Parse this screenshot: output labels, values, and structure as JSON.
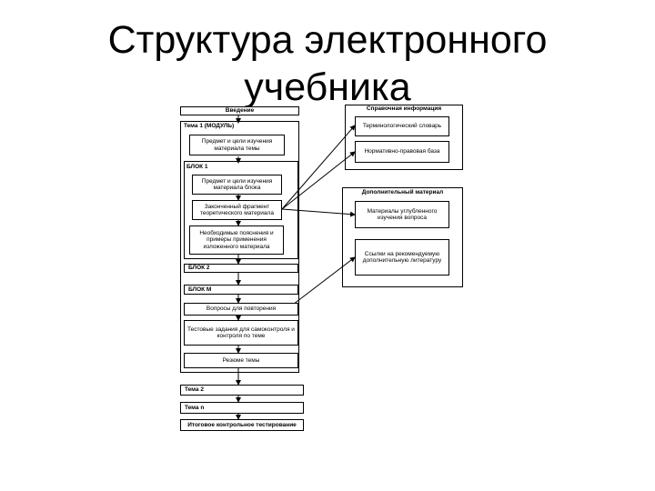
{
  "title": {
    "line1": "Структура электронного",
    "line2": "учебника"
  },
  "left": {
    "intro": "Введение",
    "topic1": "Тема 1 (МОДУЛЬ)",
    "topic1_subject": "Предмет и цели изучения материала темы",
    "block1": "БЛОК 1",
    "block1_subject": "Предмет и цели изучения материала блока",
    "theory": "Законченный фрагмент теоретического материала",
    "examples": "Необходимые пояснения и примеры применения изложенного материала",
    "block2": "БЛОК 2",
    "blockm": "БЛОК М",
    "review_questions": "Вопросы для повторения",
    "test_tasks": "Тестовые задания для самоконтроля и контроля по теме",
    "summary": "Резюме темы",
    "topic2": "Тема 2",
    "topicn": "Тема n",
    "final_test": "Итоговое контрольное тестирование"
  },
  "right": {
    "reference_header": "Справочная информация",
    "glossary": "Терминологический словарь",
    "normative_base": "Нормативно-правовая база",
    "additional_header": "Дополнительный материал",
    "in_depth": "Материалы углубленного изучения вопроса",
    "recommended": "Ссылки на рекомендуемую дополнительную литературу"
  }
}
